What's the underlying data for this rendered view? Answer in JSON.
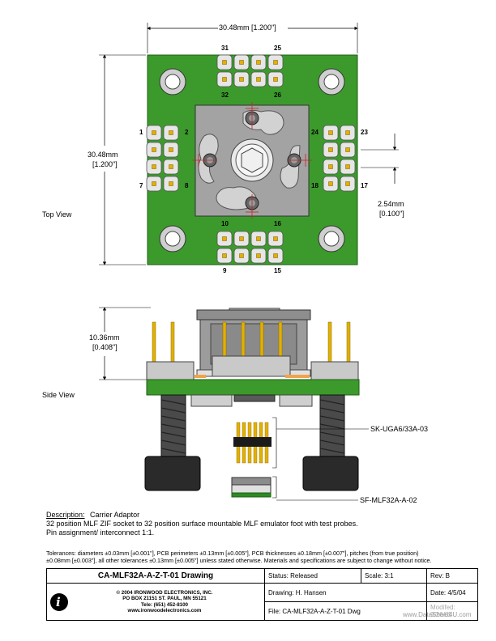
{
  "dimensions": {
    "width": "30.48mm  [1.200\"]",
    "height_mm": "30.48mm",
    "height_in": "[1.200\"]",
    "pitch_mm": "2.54mm",
    "pitch_in": "[0.100\"]",
    "side_height_mm": "10.36mm",
    "side_height_in": "[0.408\"]"
  },
  "views": {
    "top": "Top View",
    "side": "Side View"
  },
  "pin_labels": {
    "p31": "31",
    "p25": "25",
    "p32": "32",
    "p26": "26",
    "p1": "1",
    "p2": "2",
    "p7": "7",
    "p8": "8",
    "p24": "24",
    "p23": "23",
    "p18": "18",
    "p17": "17",
    "p10": "10",
    "p16": "16",
    "p9": "9",
    "p15": "15"
  },
  "parts": {
    "socket": "SK-UGA6/33A-03",
    "foot": "SF-MLF32A-A-02"
  },
  "description": {
    "heading": "Description:",
    "title": "Carrier Adaptor",
    "line1": "32 position MLF ZIF socket to 32 position surface mountable MLF emulator foot with test probes.",
    "line2": "Pin assignment/ interconnect 1:1."
  },
  "tolerances": {
    "line1": "Tolerances: diameters ±0.03mm [±0.001\"], PCB perimeters ±0.13mm [±0.005\"], PCB thicknesses ±0.18mm [±0.007\"], pitches (from true position)",
    "line2": "±0.08mm [±0.003\"], all other tolerances ±0.13mm [±0.005\"] unless stated otherwise.  Materials and specifications are subject to change without notice."
  },
  "title_block": {
    "drawing_title": "CA-MLF32A-A-Z-T-01 Drawing",
    "status": "Status: Released",
    "scale": "Scale: 3:1",
    "rev": "Rev: B",
    "copyright": "© 2004 IRONWOOD ELECTRONICS, INC.",
    "address": "PO BOX 21151 ST. PAUL, MN  55121",
    "tel": "Tele: (651) 452-8100",
    "web": "www.ironwoodelectronics.com",
    "drawing_by": "Drawing: H. Hansen",
    "date": "Date: 4/5/04",
    "file": "File: CA-MLF32A-A-Z-T-01 Dwg",
    "modified": "Modifed: 9/26/05"
  },
  "watermark": "www.DataSheet4U.com",
  "colors": {
    "pcb": "#3c9a2c",
    "socket_gray": "#9a9a9a",
    "gold": "#e2b000"
  }
}
